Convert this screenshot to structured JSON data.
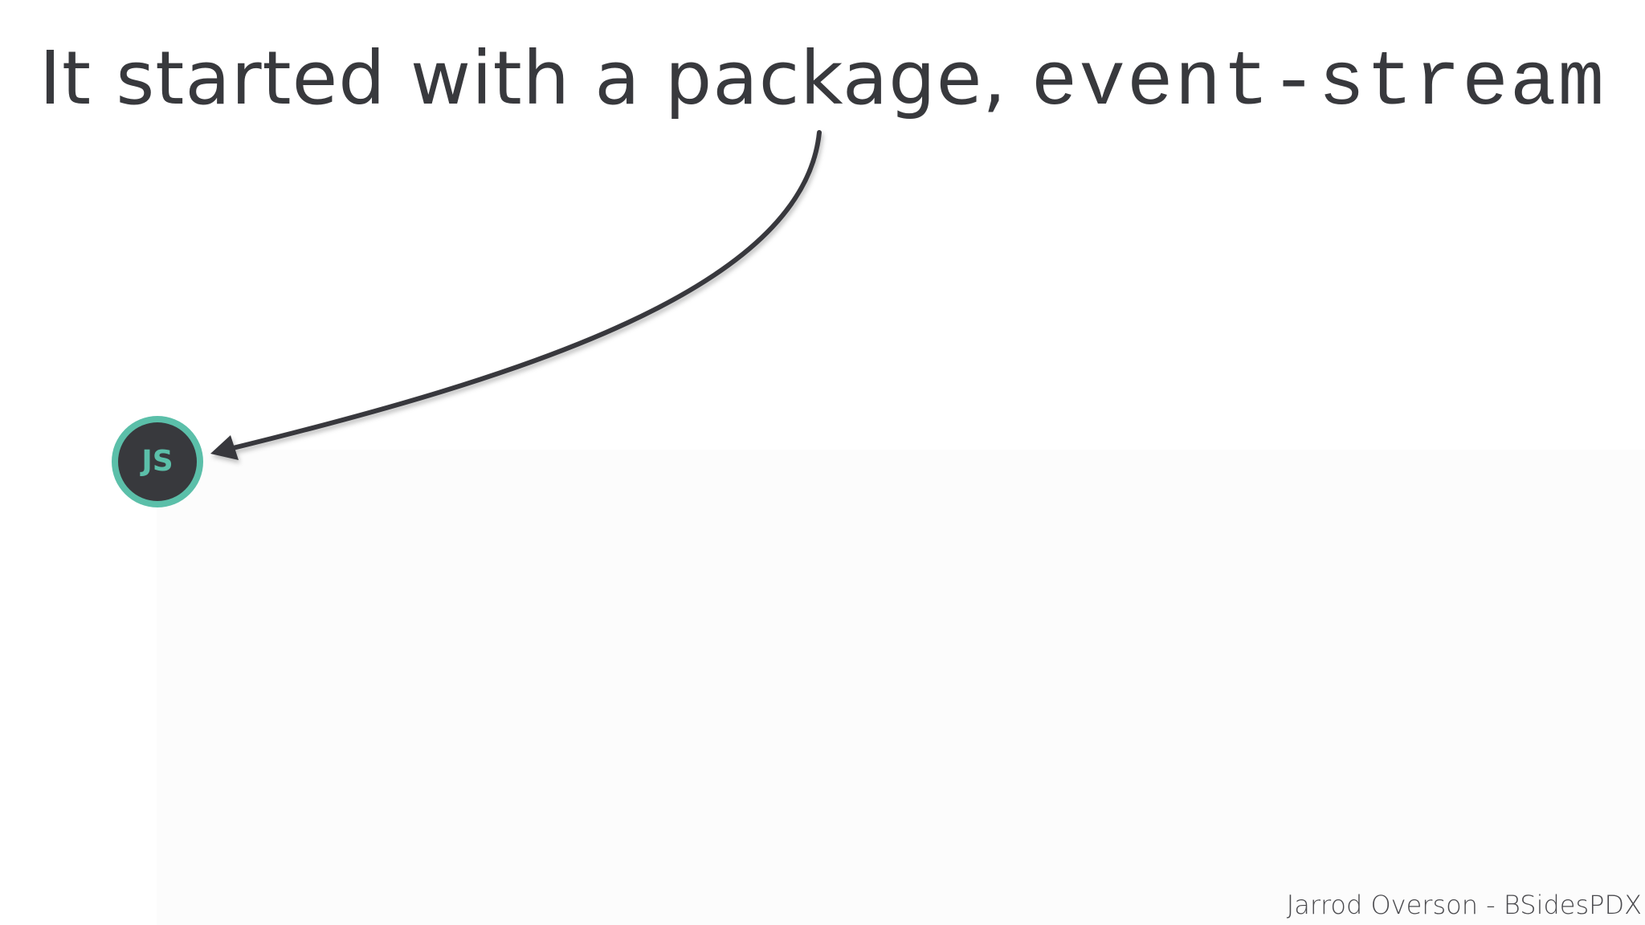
{
  "slide": {
    "title_text": "It started with a package, ",
    "title_code": "event-stream",
    "node_label": "JS",
    "footer": "Jarrod Overson - BSidesPDX"
  },
  "colors": {
    "text": "#38393d",
    "node_ring": "#5bbfa9",
    "node_fill": "#38393d",
    "arrow": "#38393d"
  }
}
